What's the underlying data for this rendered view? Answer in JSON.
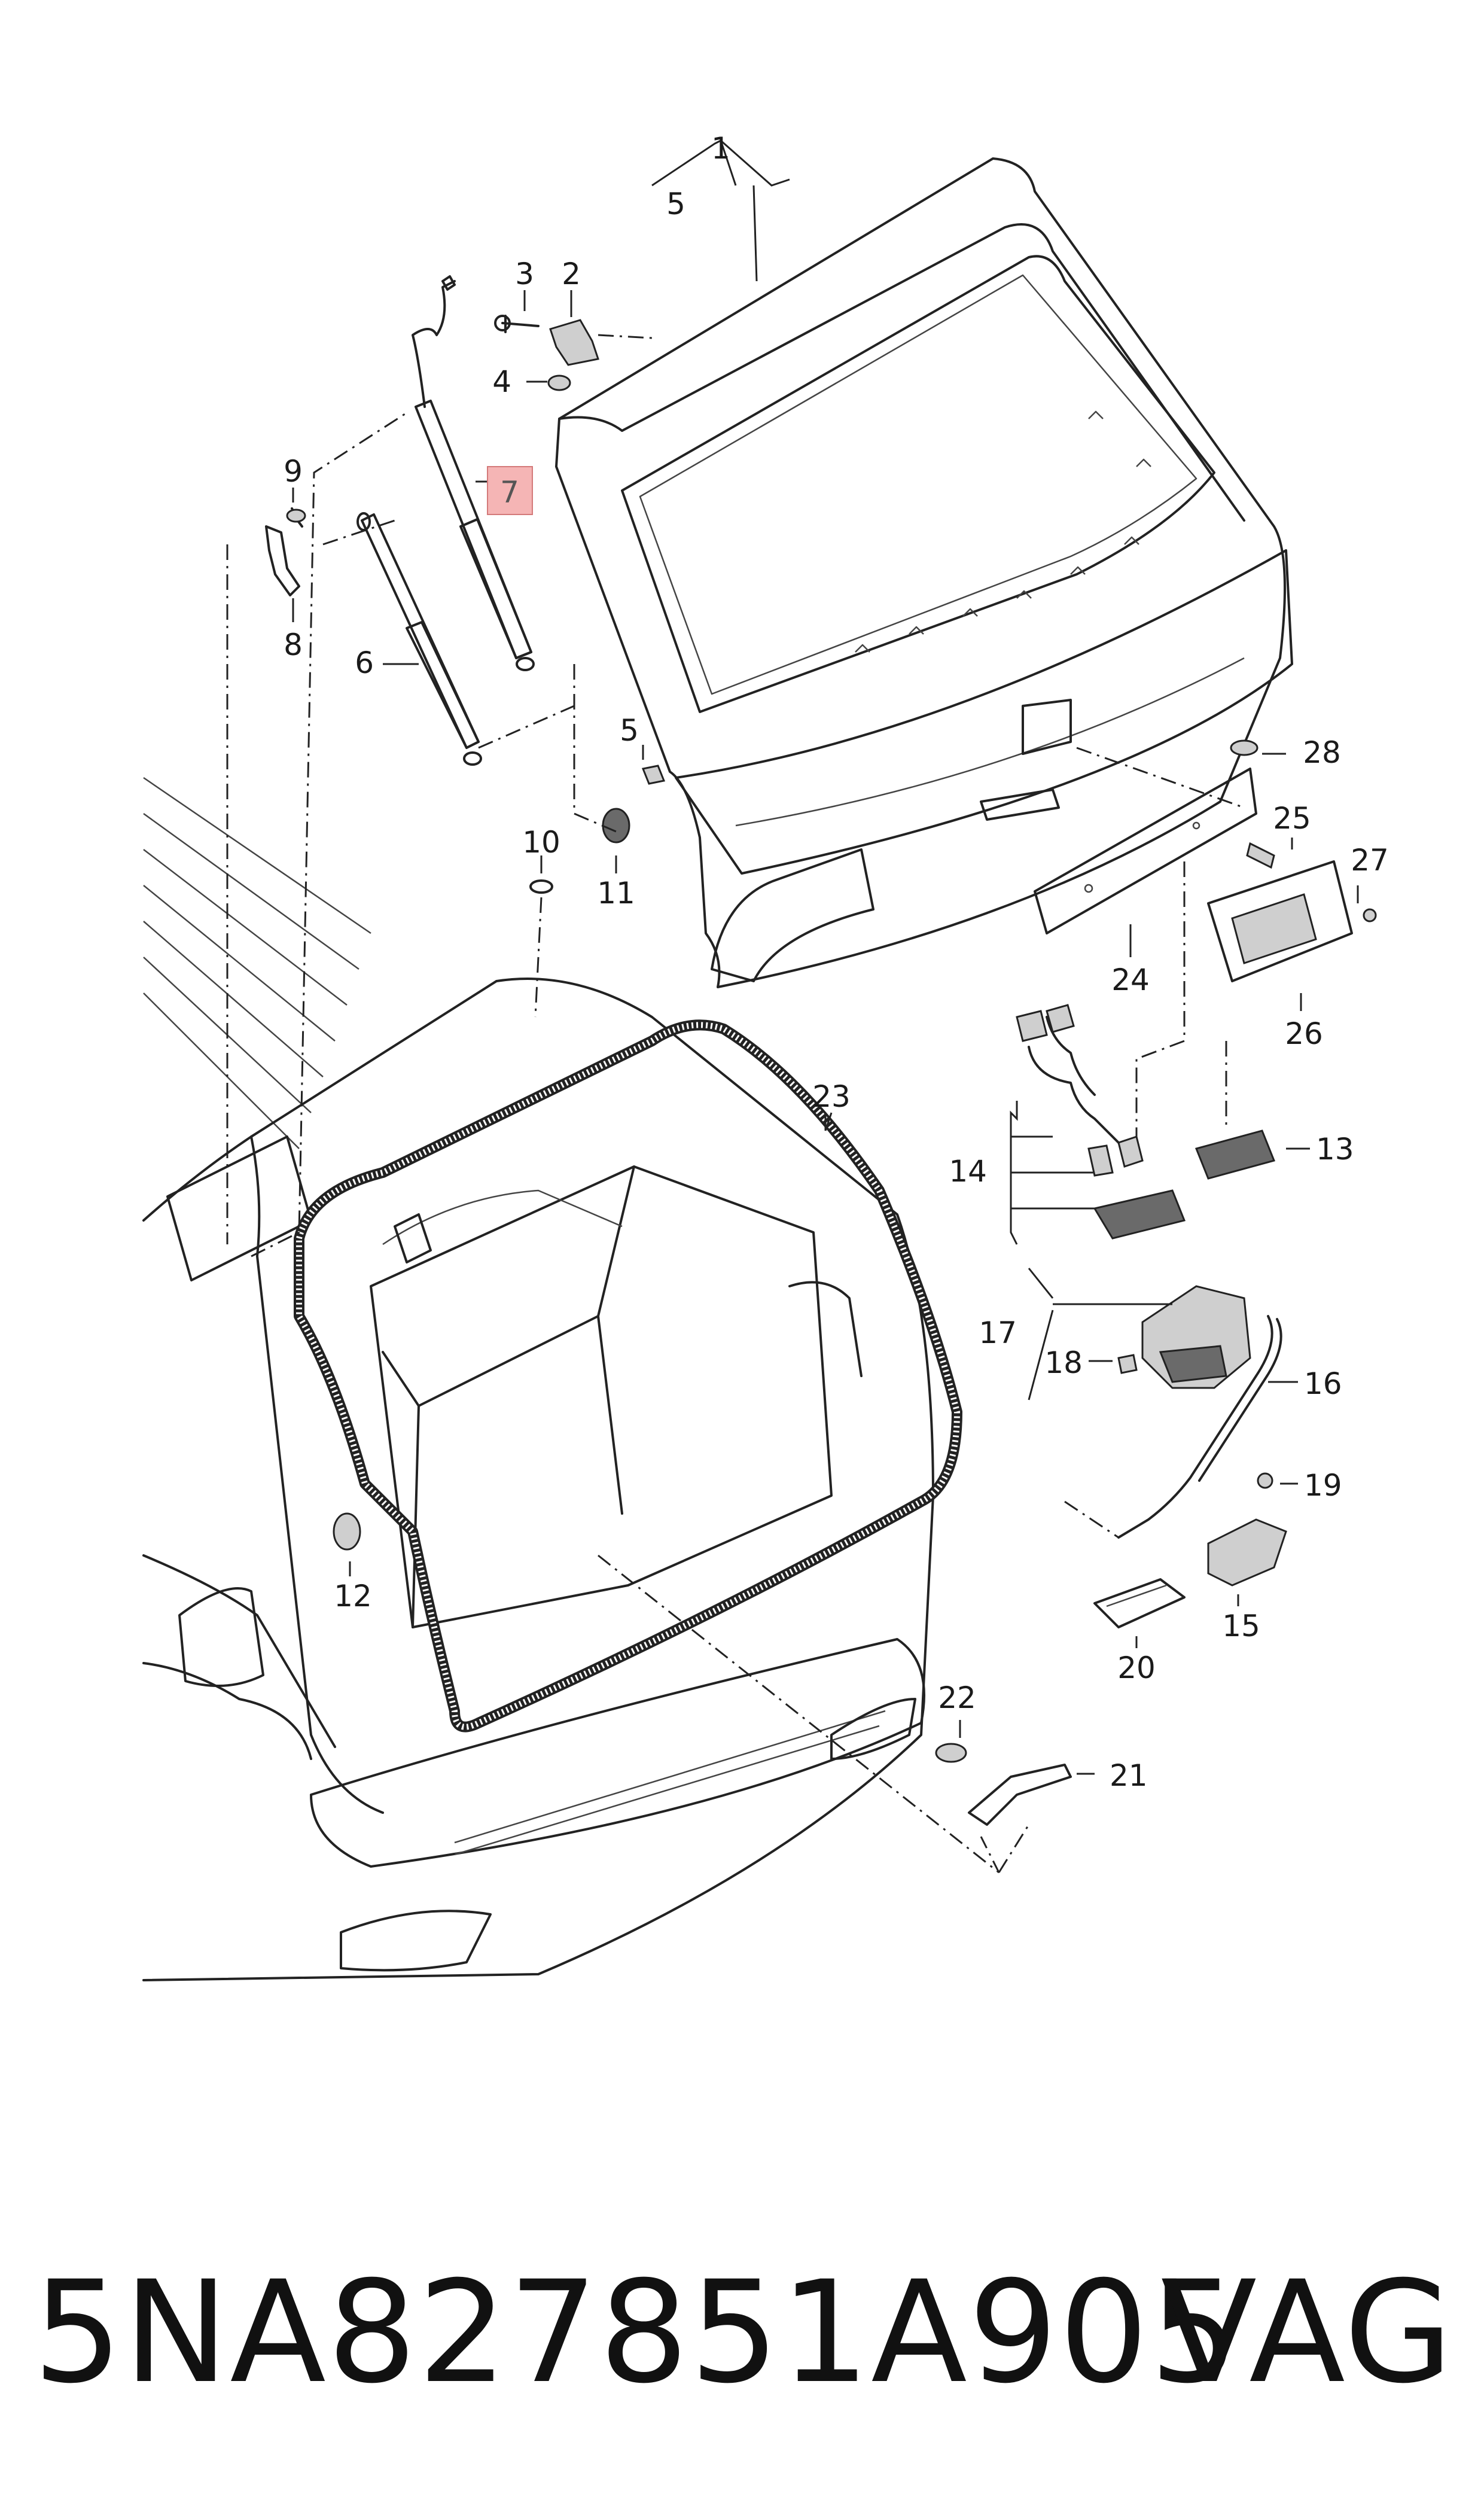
{
  "diagram": {
    "callouts": {
      "c1": "1",
      "c2": "2",
      "c3": "3",
      "c4": "4",
      "c5a": "5",
      "c5b": "5",
      "c6": "6",
      "c7": "7",
      "c8": "8",
      "c9": "9",
      "c10": "10",
      "c11": "11",
      "c12": "12",
      "c13": "13",
      "c14": "14",
      "c15": "15",
      "c16": "16",
      "c17": "17",
      "c18": "18",
      "c19": "19",
      "c20": "20",
      "c21": "21",
      "c22": "22",
      "c23": "23",
      "c24": "24",
      "c25": "25",
      "c26": "26",
      "c27": "27",
      "c28": "28"
    },
    "highlight_color": "#f5b5b5"
  },
  "footer": {
    "part_number": "5NA827851A905",
    "brand": "VAG"
  }
}
